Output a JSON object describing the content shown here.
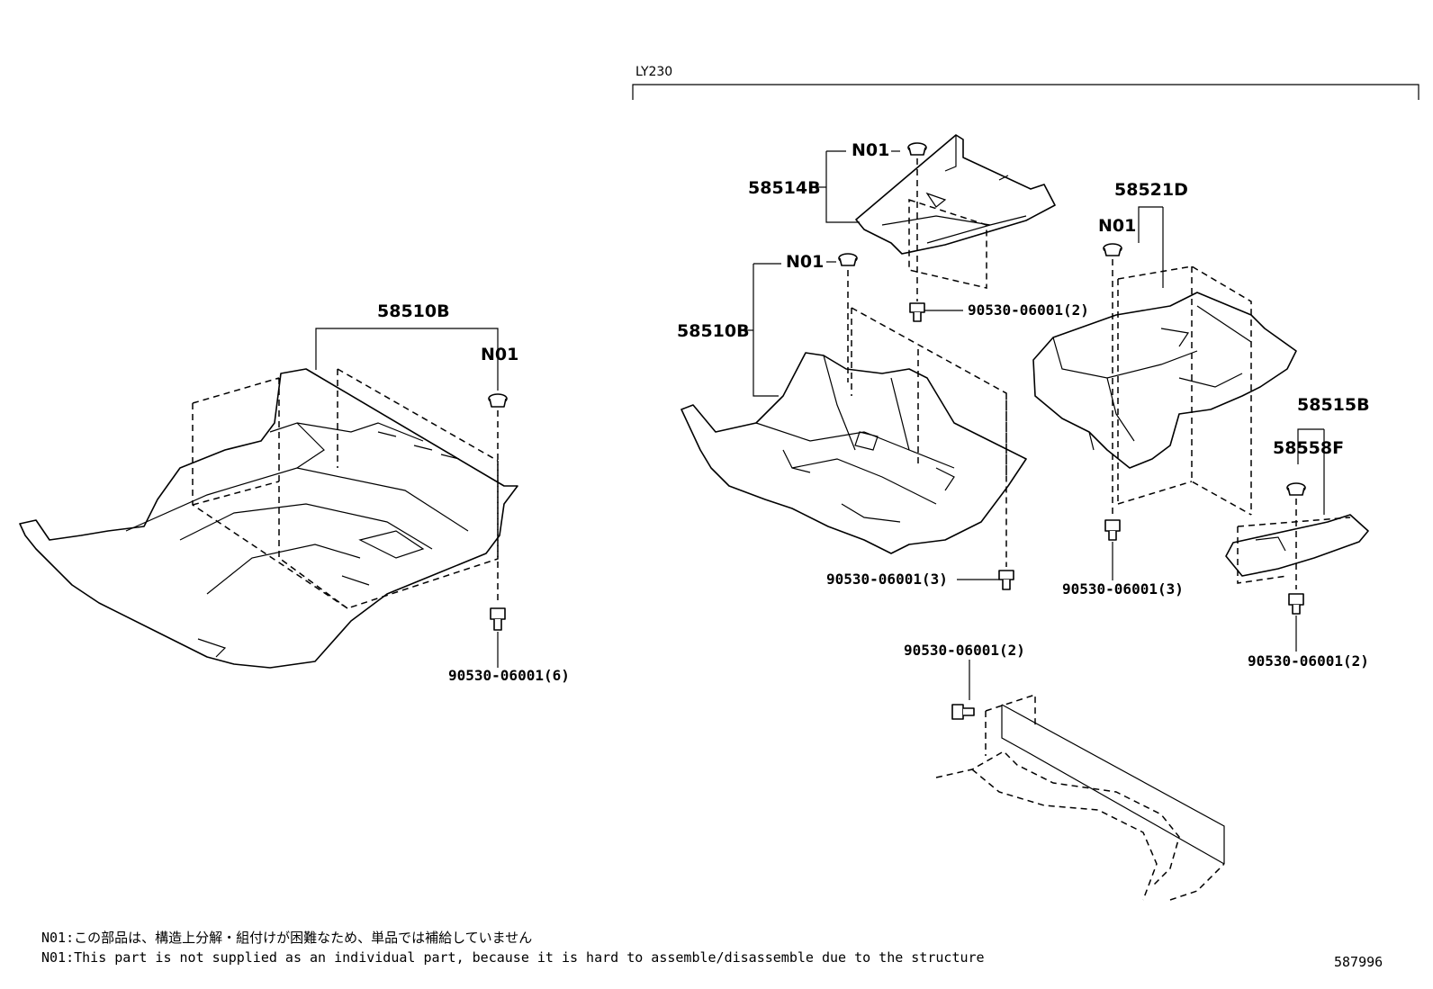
{
  "variant_label": "LY230",
  "left_group": {
    "part_label": "58510B",
    "clip_label": "N01",
    "bolt_label": "90530-06001(6)"
  },
  "right_group": {
    "pan_part_label": "58514B",
    "pan_clip_label": "N01",
    "pan_bolt_label": "90530-06001(2)",
    "floor_part_label": "58510B",
    "floor_clip_label": "N01",
    "floor_bolt_label": "90530-06001(3)",
    "rear_part_label": "58521D",
    "rear_clip_label": "N01",
    "rear_bolt_label": "90530-06001(3)",
    "plate_part_label": "58515B",
    "plate_clip_label": "58558F",
    "plate_bolt_label": "90530-06001(2)",
    "lower_bolt_label": "90530-06001(2)"
  },
  "notes": {
    "japanese": "N01:この部品は、構造上分解・組付けが困難なため、単品では補給していません",
    "english": "N01:This part is not supplied as an individual part, because it is hard to assemble/disassemble due to the structure"
  },
  "diagram_id": "587996"
}
